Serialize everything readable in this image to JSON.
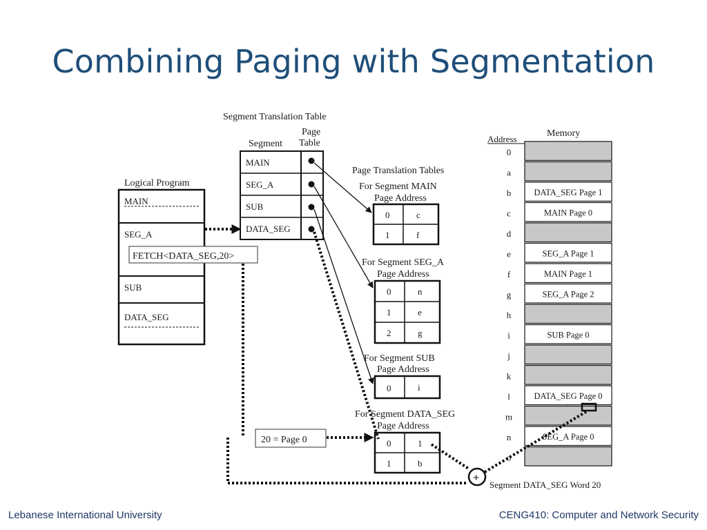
{
  "slide": {
    "title": "Combining Paging with Segmentation",
    "footer_left": "Lebanese International University",
    "footer_right": "CENG410: Computer and Network Security"
  },
  "diagram": {
    "segment_table": {
      "title": "Segment Translation Table",
      "col_segment": "Segment",
      "col_page": "Page",
      "col_table": "Table",
      "rows": [
        "MAIN",
        "SEG_A",
        "SUB",
        "DATA_SEG"
      ]
    },
    "logical_program": {
      "title": "Logical Program",
      "segments": [
        "MAIN",
        "SEG_A",
        "SUB",
        "DATA_SEG"
      ],
      "fetch_instruction": "FETCH<DATA_SEG,20>"
    },
    "page_tables": {
      "title": "Page Translation Tables",
      "header": "Page  Address",
      "tables": [
        {
          "name": "For Segment MAIN",
          "rows": [
            [
              "0",
              "c"
            ],
            [
              "1",
              "f"
            ]
          ]
        },
        {
          "name": "For Segment SEG_A",
          "rows": [
            [
              "0",
              "n"
            ],
            [
              "1",
              "e"
            ],
            [
              "2",
              "g"
            ]
          ]
        },
        {
          "name": "For Segment SUB",
          "rows": [
            [
              "0",
              "i"
            ]
          ]
        },
        {
          "name": "For Segment DATA_SEG",
          "rows": [
            [
              "0",
              "1"
            ],
            [
              "1",
              "b"
            ]
          ]
        }
      ]
    },
    "offset_label": "20 = Page 0",
    "memory": {
      "title": "Memory",
      "address_label": "Address",
      "addresses": [
        "0",
        "a",
        "b",
        "c",
        "d",
        "e",
        "f",
        "g",
        "h",
        "i",
        "j",
        "k",
        "l",
        "m",
        "n",
        "o"
      ],
      "frames": [
        "",
        "",
        "DATA_SEG  Page 1",
        "MAIN  Page 0",
        "",
        "SEG_A  Page 1",
        "MAIN  Page 1",
        "SEG_A  Page 2",
        "",
        "SUB  Page 0",
        "",
        "",
        "DATA_SEG  Page 0",
        "",
        "SEG_A  Page 0",
        ""
      ],
      "empty_color": "#c8c8c8",
      "used_color": "#ffffff"
    },
    "adder_symbol": "+",
    "result_label": "Segment DATA_SEG  Word 20"
  }
}
